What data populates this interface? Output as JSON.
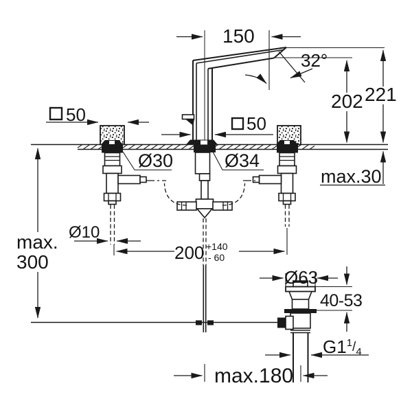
{
  "colors": {
    "line": "#1a1a1a",
    "background": "#ffffff"
  },
  "labels": {
    "spout_reach": "150",
    "spray_angle": "32°",
    "spout_outlet_height": "202",
    "total_height": "221",
    "handle_square": "50",
    "spout_square": "50",
    "side_hole_dia": "Ø30",
    "center_hole_dia": "Ø34",
    "deck_thickness_max": "max.30",
    "rod_dia": "Ø10",
    "below_deck_max_line1": "max.",
    "below_deck_max_line2": "300",
    "hole_spacing": "200",
    "hole_spacing_tol_plus": "+140",
    "hole_spacing_tol_minus": "- 60",
    "waste_flange_dia": "Ø63",
    "waste_clamp_range": "40-53",
    "waste_thread_main": "G1",
    "waste_thread_sup": "1",
    "waste_thread_slash": "/",
    "waste_thread_sub": "4",
    "rod_offset_max": "max.180"
  }
}
